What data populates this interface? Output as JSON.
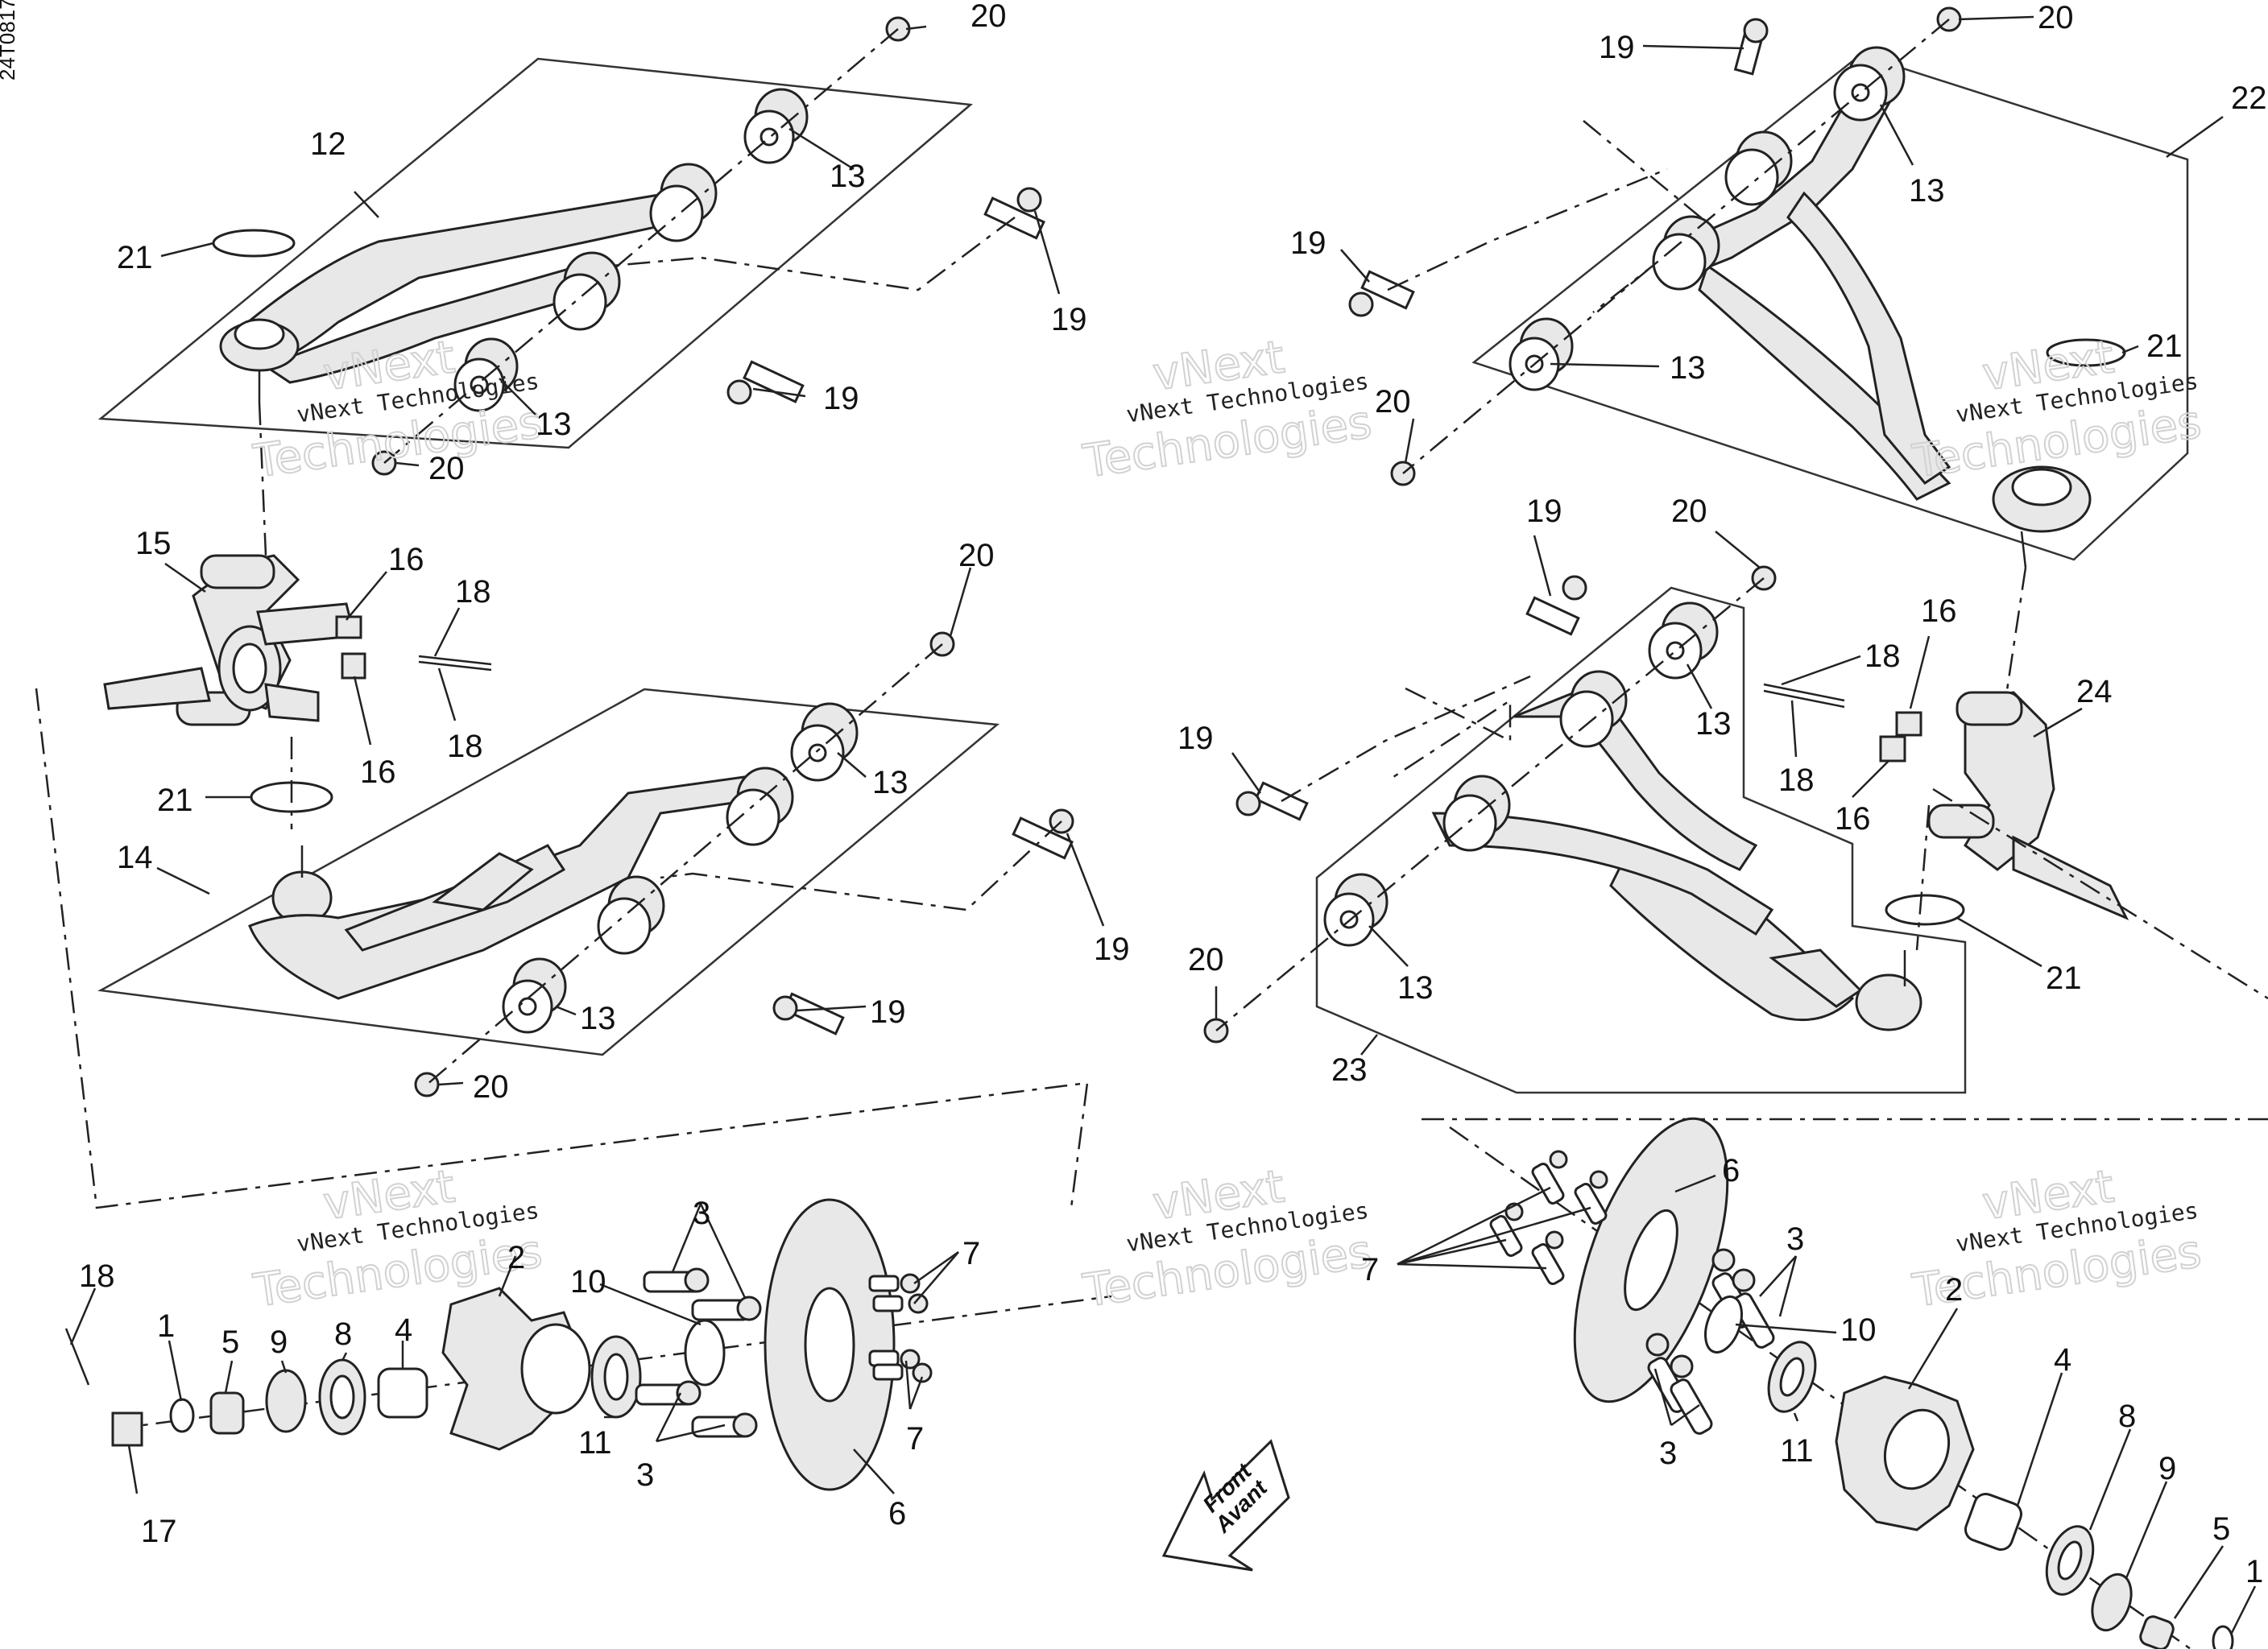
{
  "diagram_code": "24T0817",
  "front_arrow": {
    "line1": "Front",
    "line2": "Avant"
  },
  "watermark": {
    "line1": "vNext",
    "line2": "vNext Technologies",
    "line3": "Technologies"
  },
  "callouts": [
    "1",
    "2",
    "3",
    "4",
    "5",
    "6",
    "7",
    "8",
    "9",
    "10",
    "11",
    "12",
    "13",
    "14",
    "15",
    "16",
    "17",
    "18",
    "19",
    "20",
    "21",
    "22",
    "23",
    "24"
  ]
}
